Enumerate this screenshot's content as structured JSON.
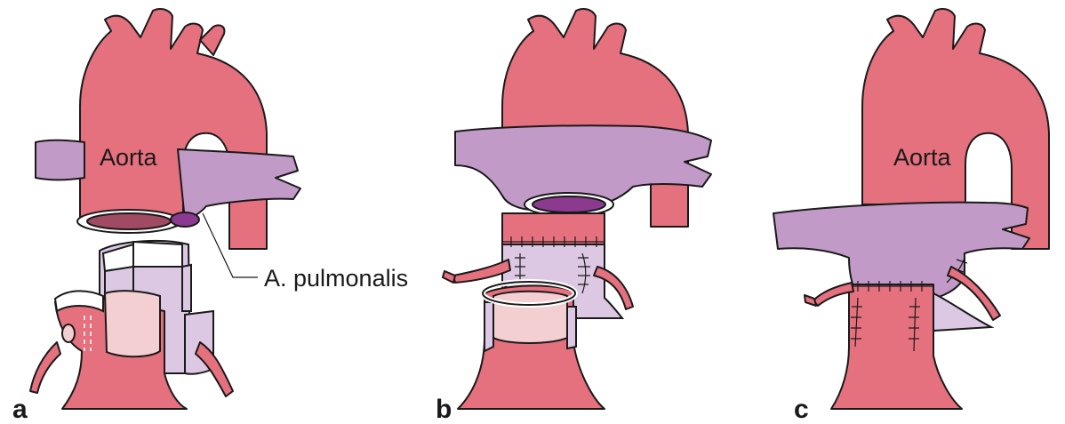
{
  "labels": {
    "aorta_a": "Aorta",
    "aorta_c": "Aorta",
    "pulmonary": "A. pulmonalis"
  },
  "panels": {
    "a": "a",
    "b": "b",
    "c": "c"
  },
  "colors": {
    "aorta": "#e5707e",
    "pulmonary_artery": "#c29ac7",
    "pulmonary_light": "#dcc8e2",
    "root_inner": "#f3cfd1",
    "lumen_dark": "#a14a63",
    "lumen_purple": "#8b3a8f"
  }
}
